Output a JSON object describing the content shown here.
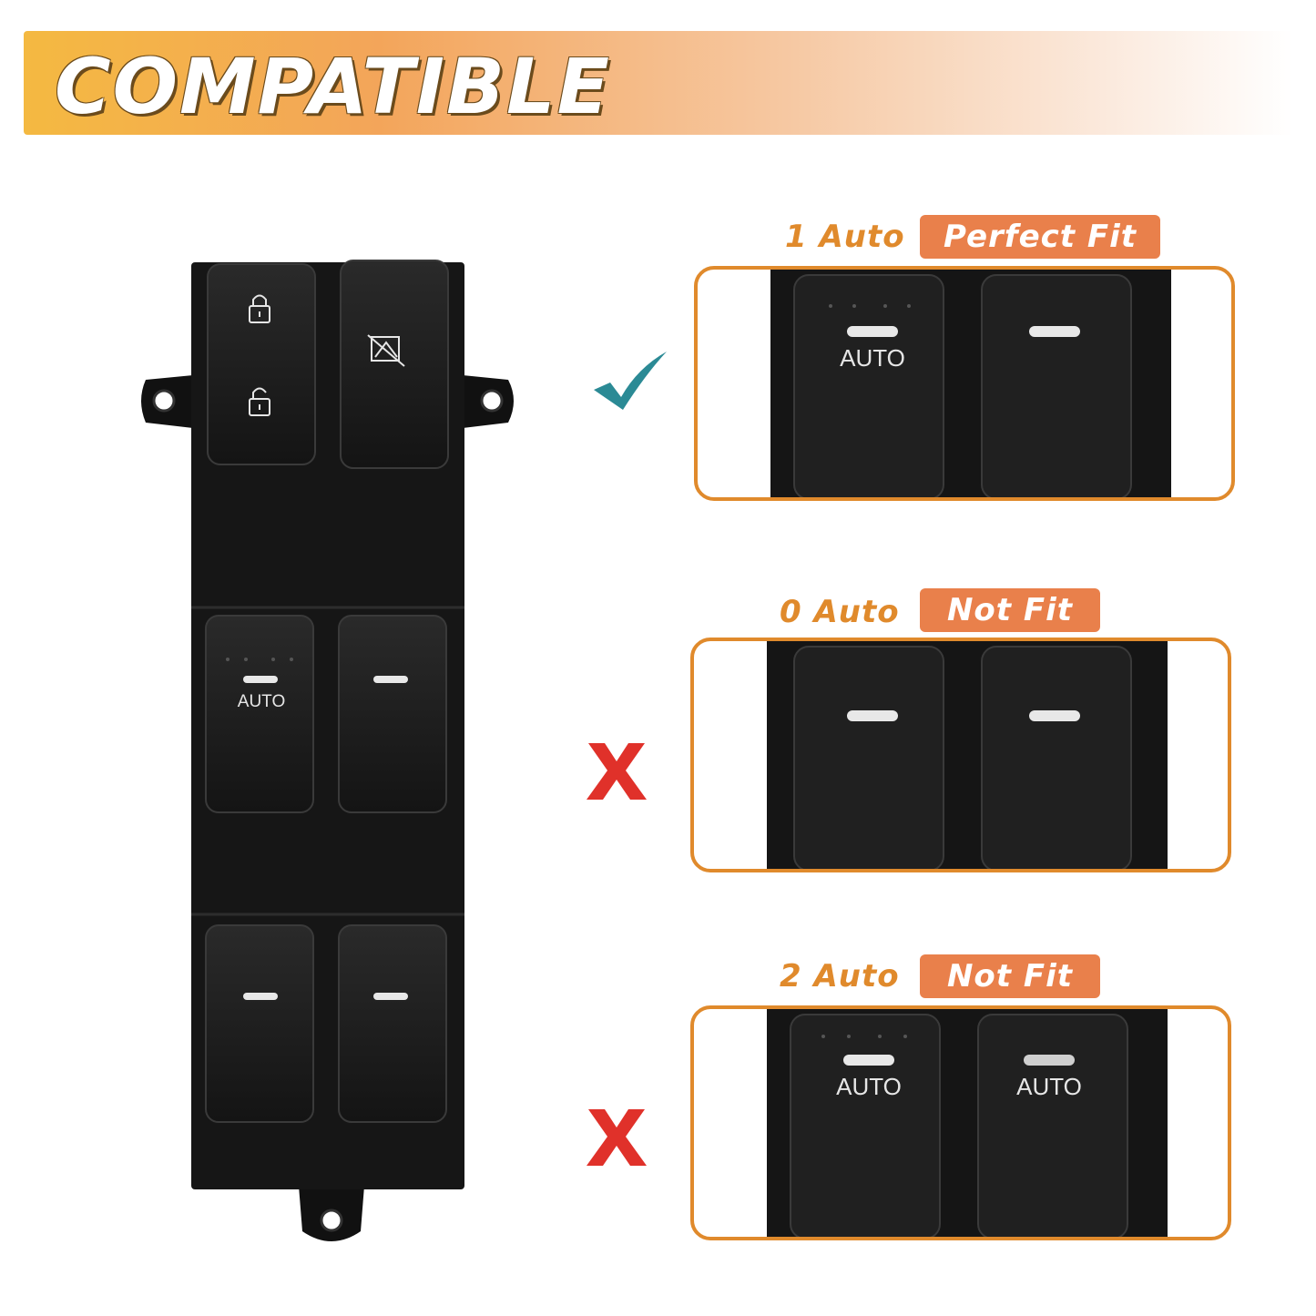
{
  "banner": {
    "title": "COMPATIBLE"
  },
  "main_switch": {
    "button_labels": {
      "auto": "AUTO"
    },
    "icons": [
      "lock-closed-icon",
      "lock-open-icon",
      "window-lock-icon"
    ]
  },
  "rows": [
    {
      "auto_label": "1 Auto",
      "fit_label": "Perfect Fit",
      "status": "check",
      "switch_labels": [
        "AUTO",
        ""
      ]
    },
    {
      "auto_label": "0 Auto",
      "fit_label": "Not Fit",
      "status": "cross",
      "switch_labels": [
        "",
        ""
      ]
    },
    {
      "auto_label": "2 Auto",
      "fit_label": "Not Fit",
      "status": "cross",
      "switch_labels": [
        "AUTO",
        "AUTO"
      ]
    }
  ],
  "colors": {
    "accent": "#e08a2c",
    "badge": "#e9804b",
    "check": "#2b8a95",
    "cross": "#e0312a",
    "switch_body": "#1b1b1b"
  }
}
